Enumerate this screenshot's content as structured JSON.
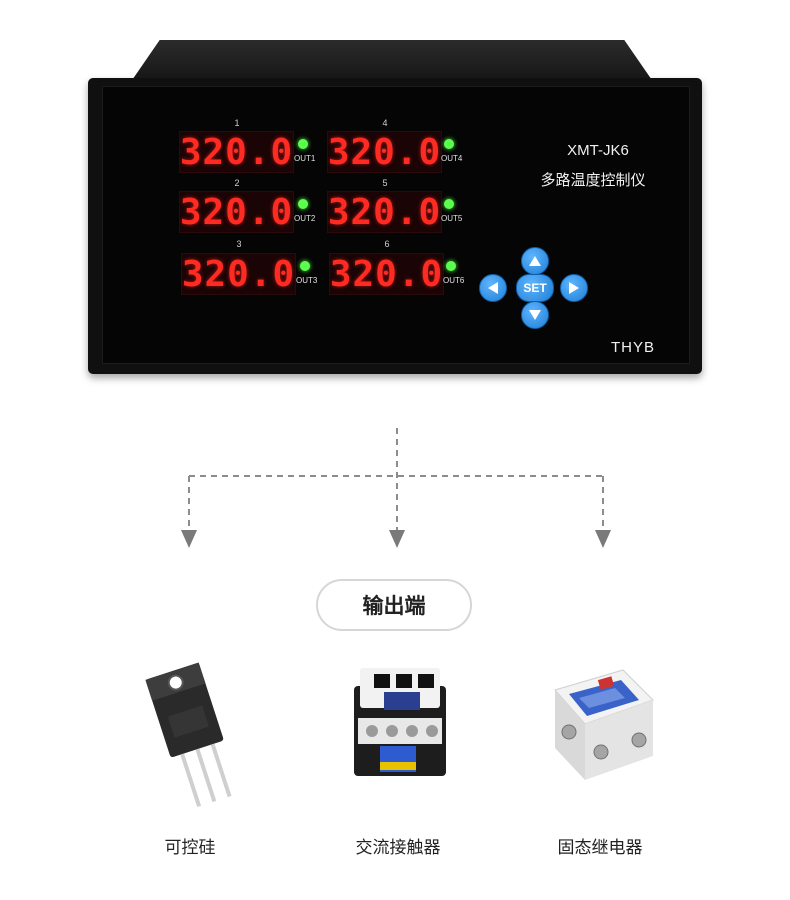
{
  "device": {
    "model": "XMT-JK6",
    "subtitle": "多路温度控制仪",
    "brand": "THYB",
    "set_key": "SET",
    "channels": [
      {
        "num": "1",
        "value": "320.0",
        "out": "OUT1"
      },
      {
        "num": "2",
        "value": "320.0",
        "out": "OUT2"
      },
      {
        "num": "3",
        "value": "320.0",
        "out": "OUT3"
      },
      {
        "num": "4",
        "value": "320.0",
        "out": "OUT4"
      },
      {
        "num": "5",
        "value": "320.0",
        "out": "OUT5"
      },
      {
        "num": "6",
        "value": "320.0",
        "out": "OUT6"
      }
    ],
    "colors": {
      "digits": "#ff2a22",
      "led": "#5cff4d",
      "keys": "#2d8fe6"
    }
  },
  "output": {
    "title": "输出端",
    "components": [
      {
        "label": "可控硅",
        "icon": "thyristor-icon"
      },
      {
        "label": "交流接触器",
        "icon": "ac-contactor-icon"
      },
      {
        "label": "固态继电器",
        "icon": "solid-state-relay-icon"
      }
    ]
  }
}
